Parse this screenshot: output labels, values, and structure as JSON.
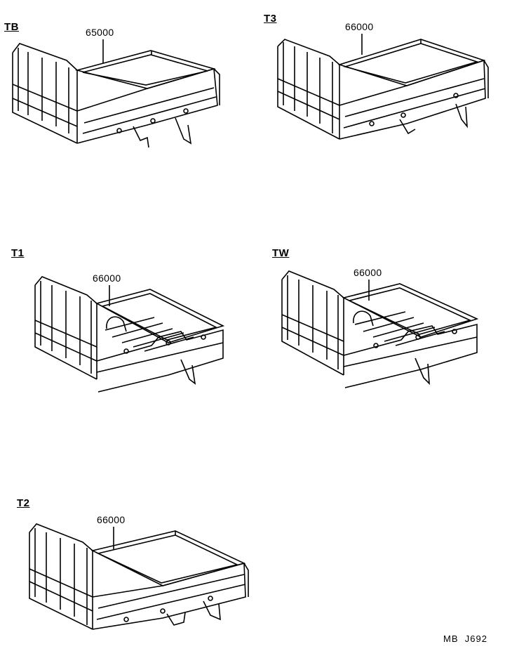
{
  "panels": [
    {
      "code": "TB",
      "part_number": "65000"
    },
    {
      "code": "T3",
      "part_number": "66000"
    },
    {
      "code": "T1",
      "part_number": "66000"
    },
    {
      "code": "TW",
      "part_number": "66000"
    },
    {
      "code": "T2",
      "part_number": "66000"
    }
  ],
  "footer": {
    "left": "MB",
    "right": "J692"
  }
}
